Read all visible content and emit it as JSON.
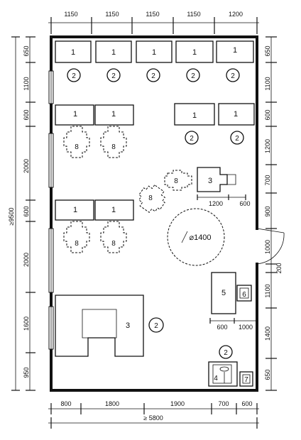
{
  "dims_top": [
    "1150",
    "1150",
    "1150",
    "1150",
    "1200"
  ],
  "dims_left": [
    "650",
    "1100",
    "600",
    "2000",
    "600",
    "2000",
    "1600",
    "950"
  ],
  "dims_left_total": "≥9500",
  "dims_right": [
    "650",
    "1100",
    "600",
    "1200",
    "700",
    "900",
    "1000",
    "200",
    "1100",
    "1400",
    "650"
  ],
  "dims_bottom": [
    "800",
    "1800",
    "1900",
    "700",
    "600"
  ],
  "dims_bottom_total": "≥ 5800",
  "inner_dims": {
    "d1200": "1200",
    "d600a": "600",
    "d600b": "600",
    "d1000": "1000"
  },
  "circle_label": "⌀1400",
  "labels": {
    "one": "1",
    "two": "2",
    "three": "3",
    "four": "4",
    "five": "5",
    "six": "6",
    "seven": "7",
    "eight": "8"
  }
}
